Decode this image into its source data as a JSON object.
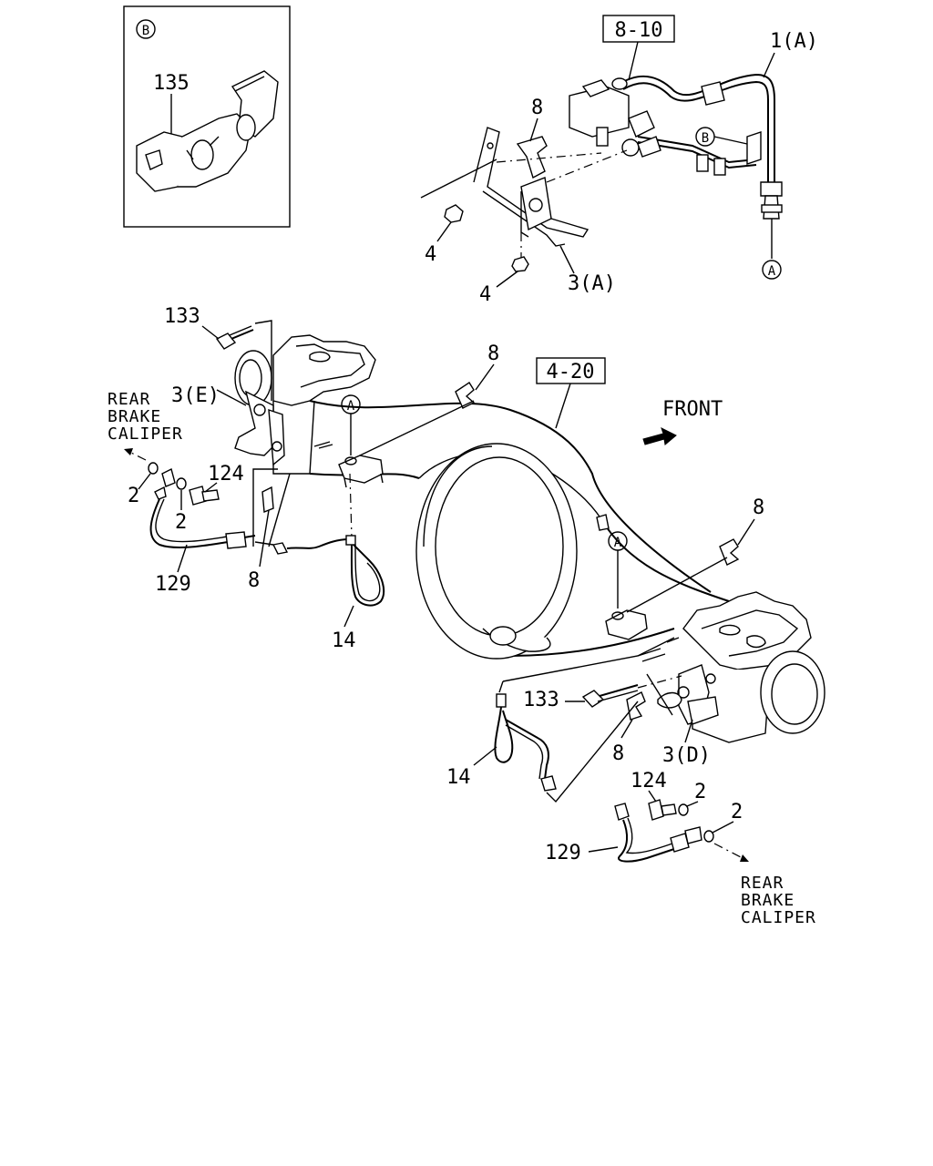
{
  "callouts": {
    "ref_8_10": "8-10",
    "ref_4_20": "4-20",
    "p_1A": "1(A)",
    "p_135": "135",
    "circle_B_inset": "B",
    "circle_B_line": "B",
    "circle_A_top": "A",
    "circle_A_left": "A",
    "circle_A_right": "A",
    "p_8_top": "8",
    "p_4_a": "4",
    "p_4_b": "4",
    "p_3A": "3(A)",
    "p_133_top": "133",
    "p_3E": "3(E)",
    "p_8_mid": "8",
    "p_124_left": "124",
    "p_2_left_a": "2",
    "p_2_left_b": "2",
    "p_129_left": "129",
    "p_8_left": "8",
    "p_14_left": "14",
    "p_8_right": "8",
    "p_133_bottom": "133",
    "p_8_bottom": "8",
    "p_3D": "3(D)",
    "p_14_bottom": "14",
    "p_124_bottom": "124",
    "p_2_bottom_a": "2",
    "p_2_bottom_b": "2",
    "p_129_bottom": "129"
  },
  "notes": {
    "front": "FRONT",
    "rear_left": [
      "REAR",
      "BRAKE",
      "CALIPER"
    ],
    "rear_right": [
      "REAR",
      "BRAKE",
      "CALIPER"
    ]
  },
  "icons": {
    "front_arrow": "front-direction-arrow-icon",
    "caliper_arrow": "caliper-direction-arrow-icon"
  },
  "colors": {
    "ink": "#000000",
    "paper": "#ffffff"
  }
}
